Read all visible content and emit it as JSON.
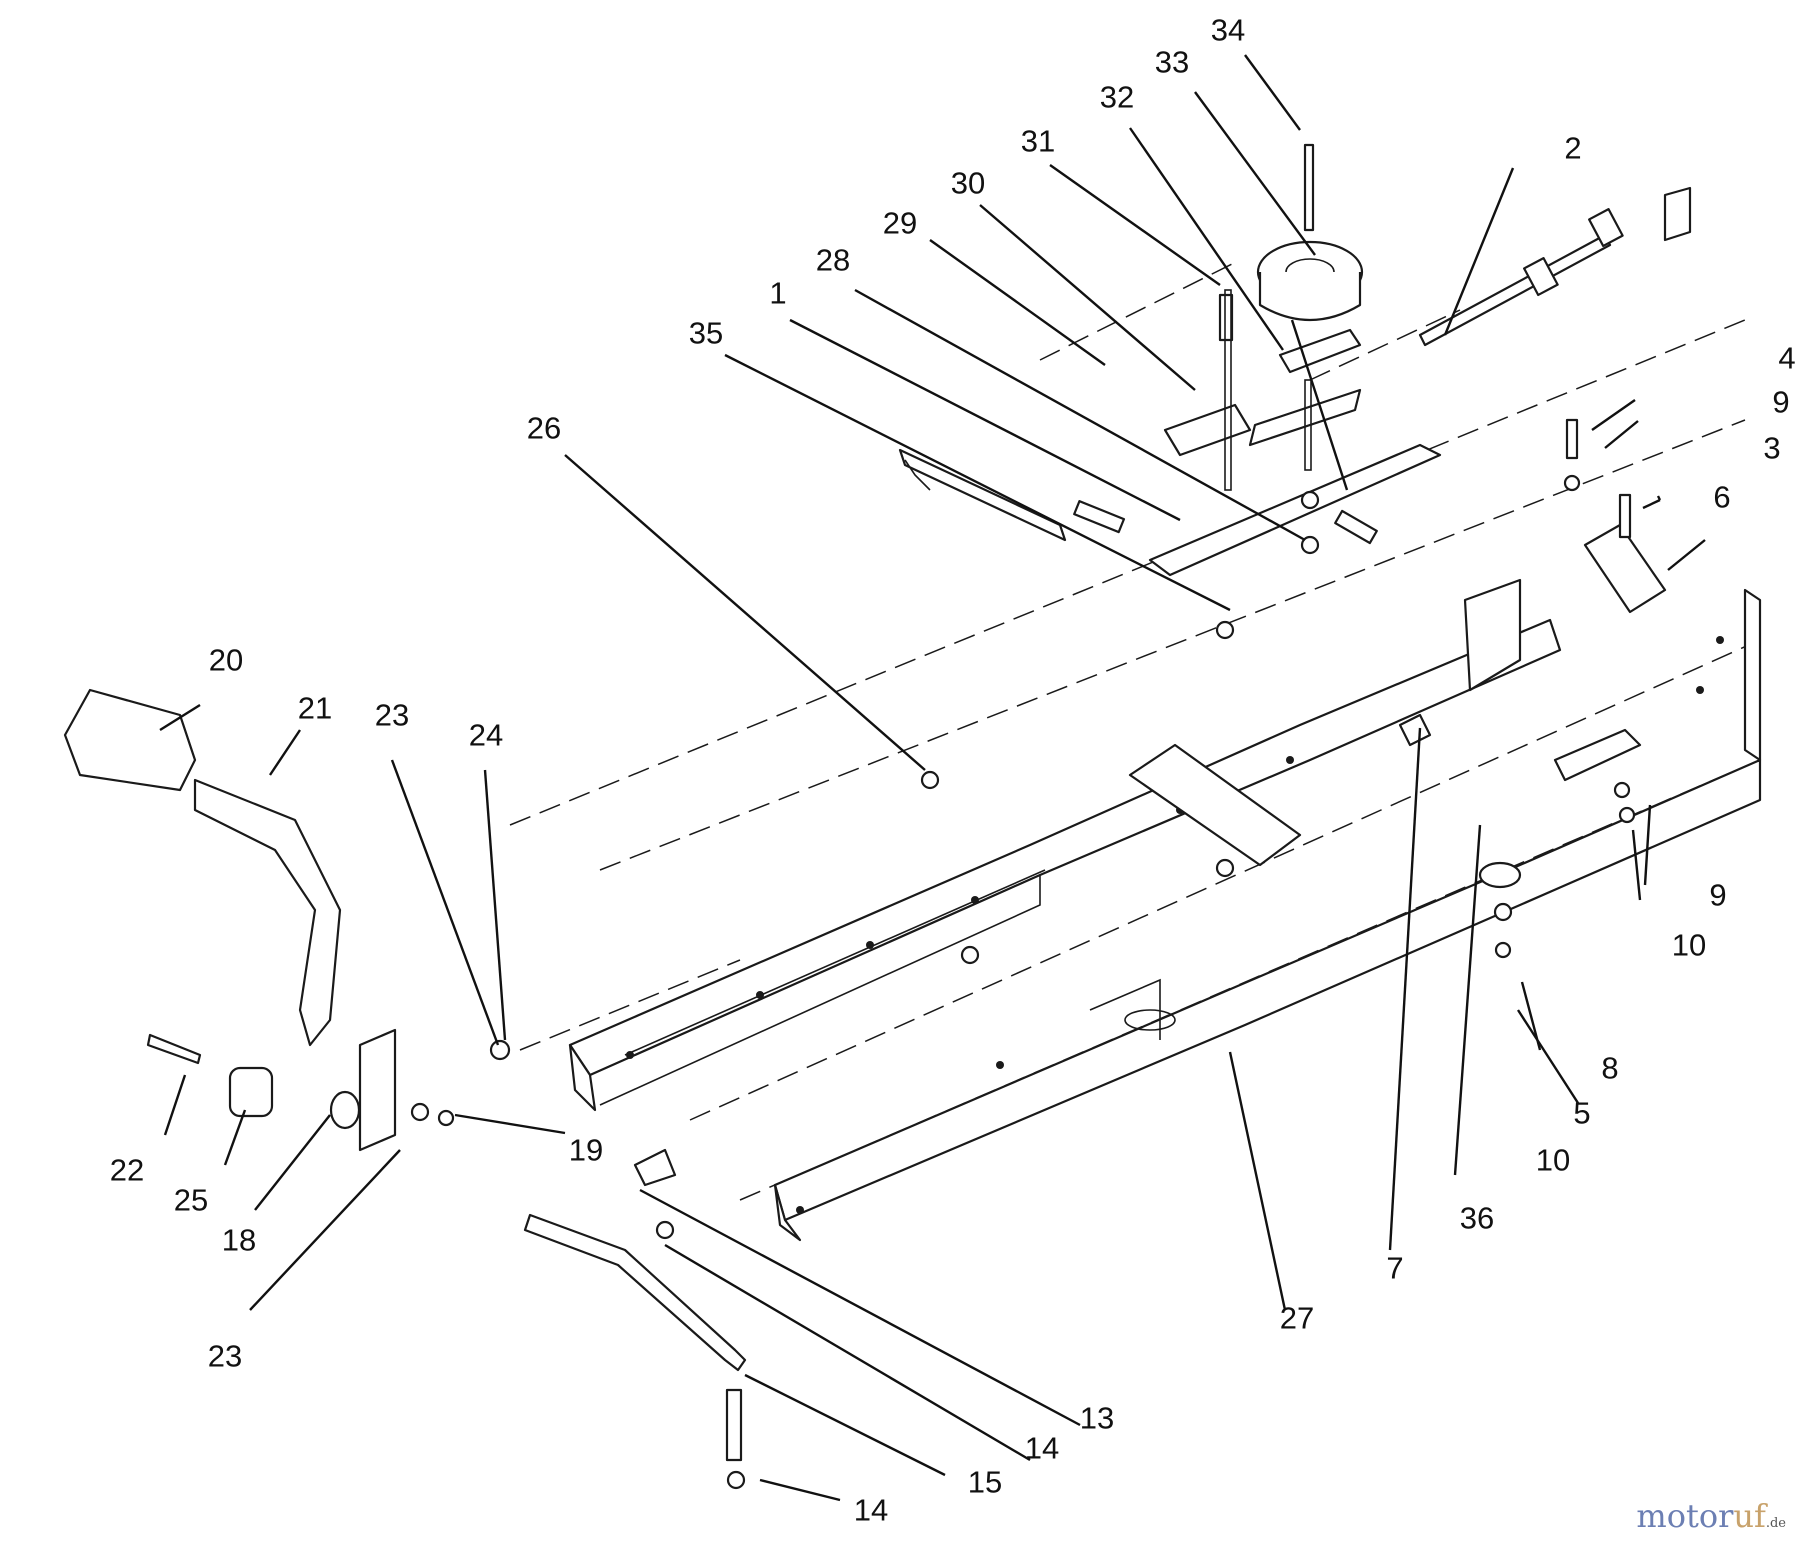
{
  "callouts": [
    "1",
    "2",
    "3",
    "4",
    "5",
    "6",
    "7",
    "8",
    "9",
    "9",
    "10",
    "10",
    "13",
    "14",
    "14",
    "15",
    "18",
    "19",
    "20",
    "21",
    "22",
    "23",
    "23",
    "24",
    "25",
    "26",
    "27",
    "28",
    "29",
    "30",
    "31",
    "32",
    "33",
    "34",
    "35",
    "36"
  ],
  "watermark": {
    "a": "motor",
    "b": "uf",
    "c": ".de"
  },
  "colors": {
    "line": "#1a1a1a",
    "watermark_blue": "#6c7fb3",
    "watermark_gold": "#c8a26b"
  }
}
